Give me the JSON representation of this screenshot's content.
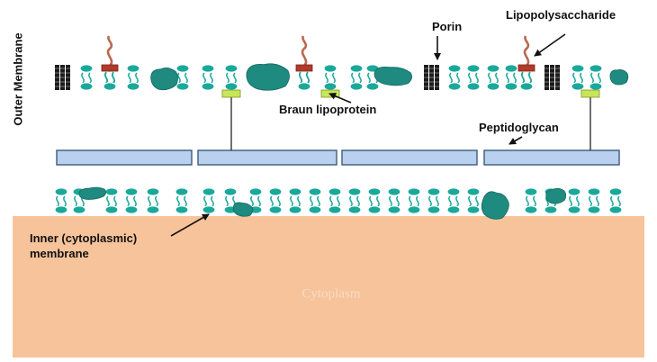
{
  "labels": {
    "outer_membrane": "Outer Membrane",
    "porin": "Porin",
    "lipopolysaccharide": "Lipopolysaccharide",
    "braun_lipoprotein": "Braun lipoprotein",
    "peptidoglycan": "Peptidoglycan",
    "inner_membrane_line1": "Inner (cytoplasmic)",
    "inner_membrane_line2": "membrane",
    "cytoplasm": "Cytoplasm"
  },
  "colors": {
    "phospholipid": "#1aa89a",
    "protein": "#1f8a7f",
    "lipopolysaccharide_base": "#b23a2a",
    "lps_chain": "#b86a52",
    "lipoprotein": "#c8e65a",
    "porin": "#1c1c1c",
    "peptidoglycan_fill": "#b9d1ee",
    "peptidoglycan_stroke": "#3c5a80",
    "cytoplasm": "#f7c39a"
  },
  "icons": [
    "phospholipid-icon",
    "protein-icon",
    "lipopolysaccharide-icon",
    "porin-icon",
    "lipoprotein-icon"
  ]
}
